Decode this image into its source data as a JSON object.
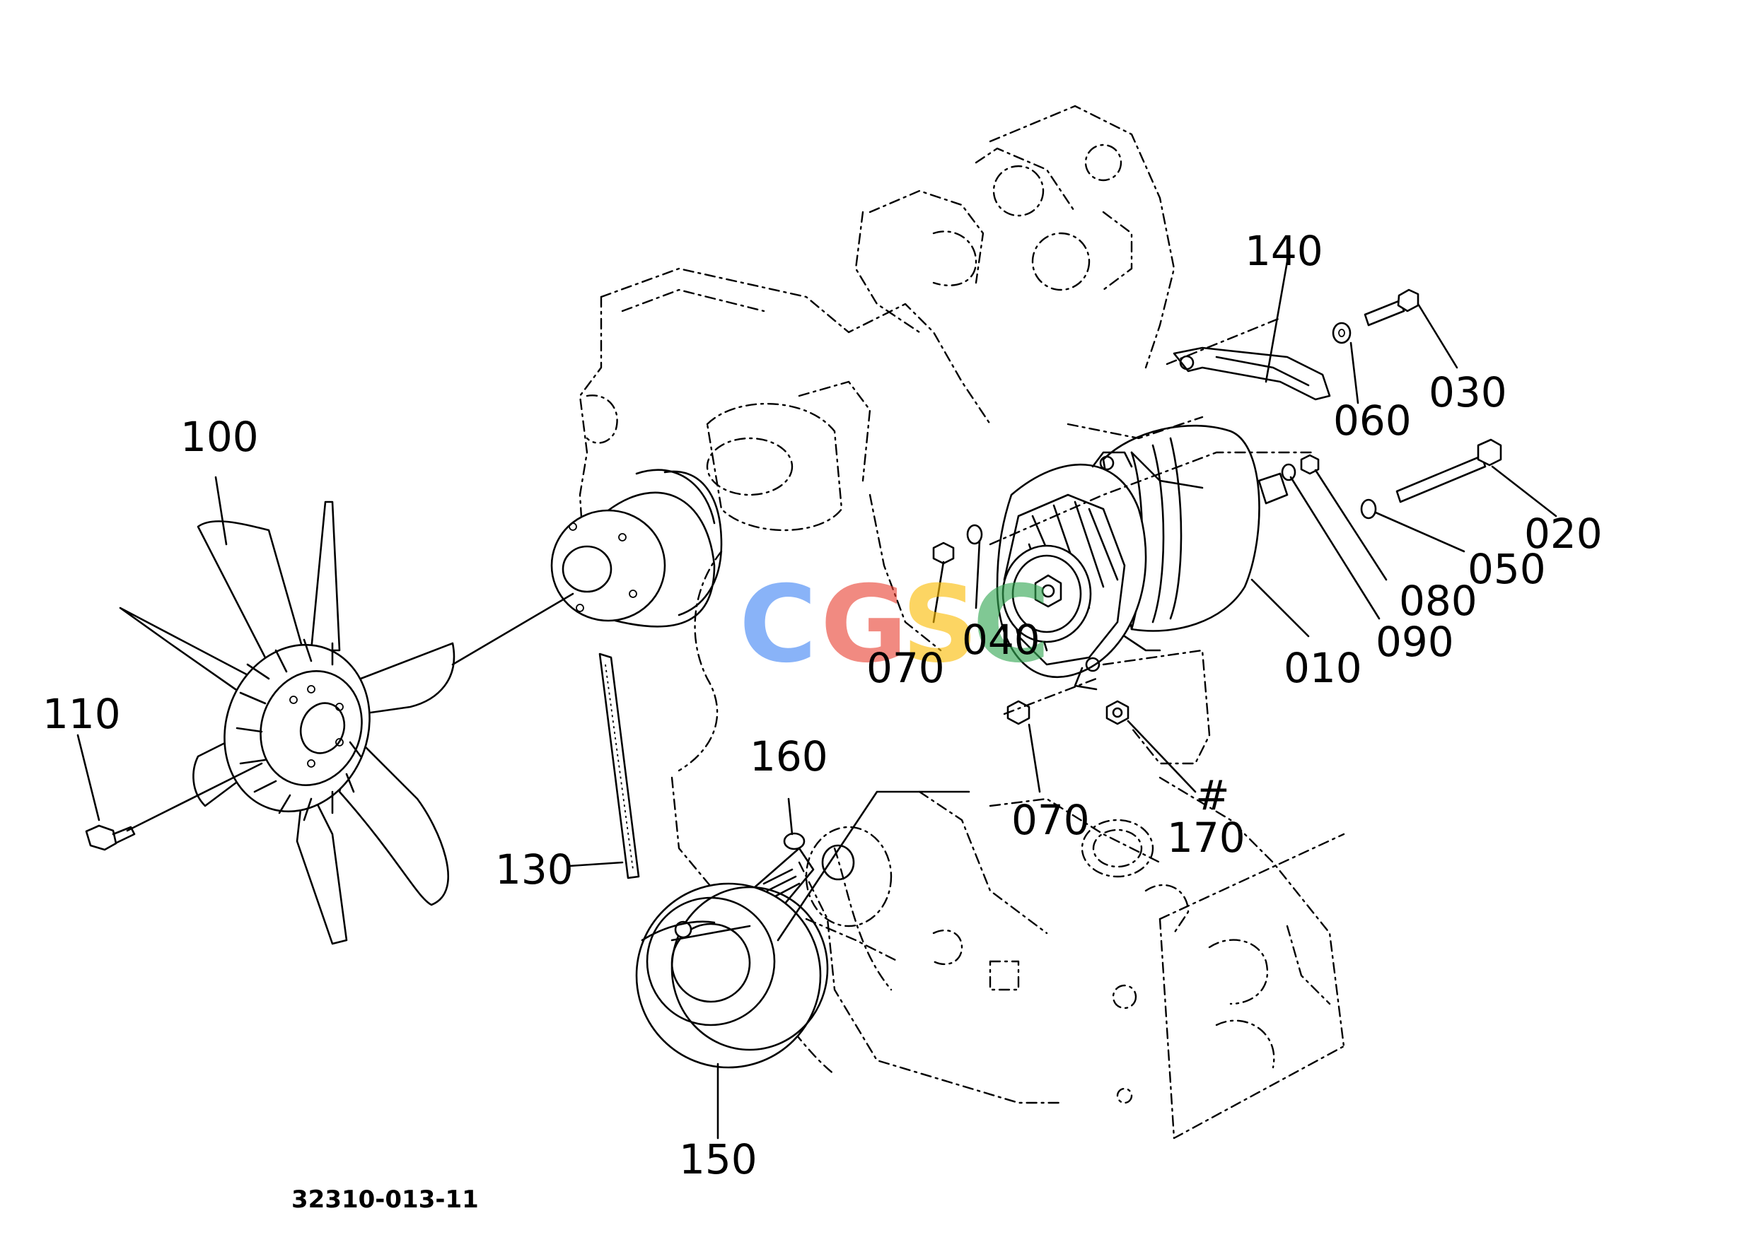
{
  "figure": {
    "code": "32310-013-11",
    "watermark": {
      "letters": [
        "C",
        "G",
        "S",
        "C"
      ],
      "colors": [
        "#4285F4",
        "#EA4335",
        "#FBBC05",
        "#34A853"
      ]
    }
  },
  "callouts": {
    "p010": "010",
    "p020": "020",
    "p030": "030",
    "p040": "040",
    "p050": "050",
    "p060": "060",
    "p070a": "070",
    "p070b": "070",
    "p080": "080",
    "p090": "090",
    "p100": "100",
    "p110": "110",
    "p130": "130",
    "p140": "140",
    "p150": "150",
    "p160": "160",
    "p170": "170",
    "p170_mark": "#"
  }
}
